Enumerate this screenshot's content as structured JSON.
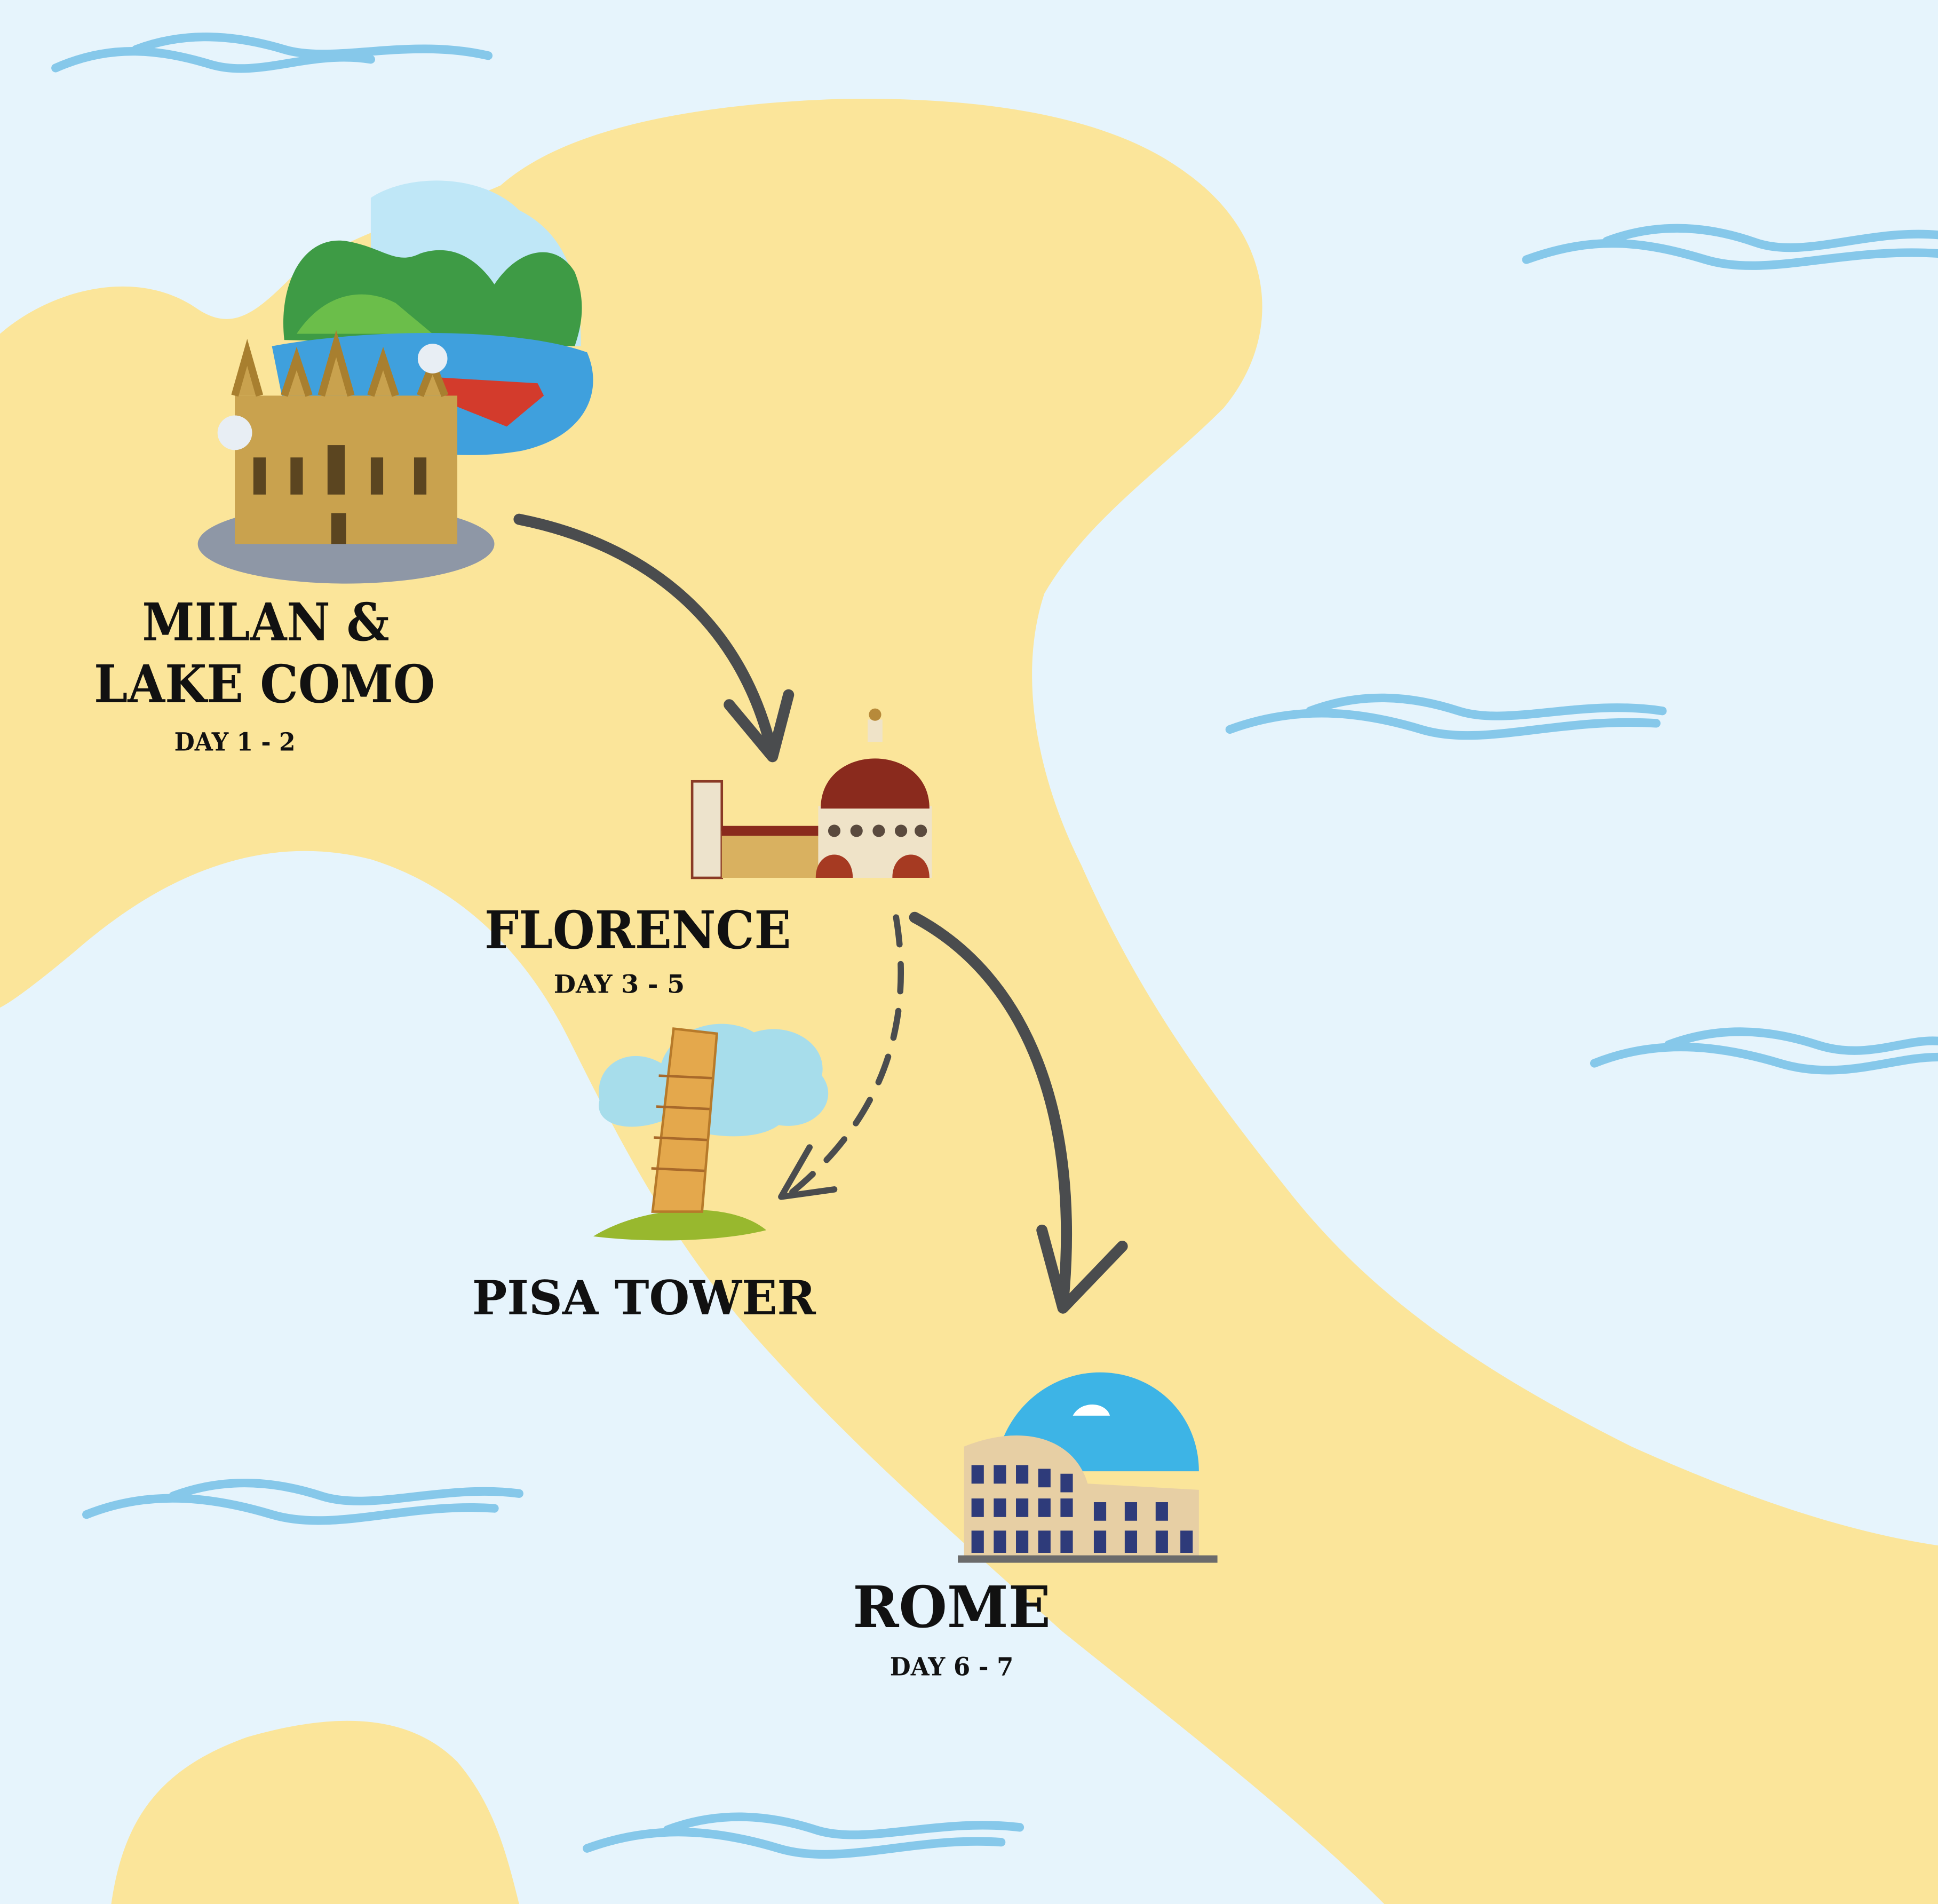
{
  "colors": {
    "sea": "#E6F4FC",
    "land": "#FBE59A",
    "wave": "#86C8EA",
    "arrow": "#4A4C4E",
    "text": "#111111"
  },
  "stops": [
    {
      "title_line1": "MILAN &",
      "title_line2": "LAKE COMO",
      "days": "DAY 1 - 2",
      "icon": "milan-cathedral-lake-como-icon"
    },
    {
      "title_line1": "FLORENCE",
      "days": "DAY 3 - 5",
      "icon": "florence-duomo-icon"
    },
    {
      "title_line1": "PISA TOWER",
      "icon": "leaning-tower-of-pisa-icon"
    },
    {
      "title_line1": "ROME",
      "days": "DAY 6 - 7",
      "icon": "colosseum-icon"
    }
  ],
  "routes": [
    {
      "from": "MILAN & LAKE COMO",
      "to": "FLORENCE",
      "style": "solid"
    },
    {
      "from": "FLORENCE",
      "to": "ROME",
      "style": "solid"
    },
    {
      "from": "FLORENCE",
      "to": "PISA TOWER",
      "style": "dashed"
    }
  ]
}
